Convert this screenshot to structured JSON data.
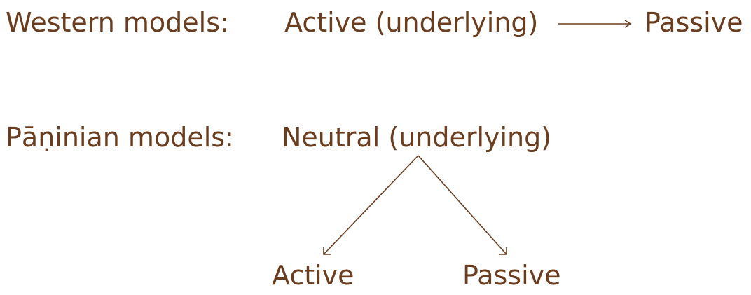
{
  "western": {
    "label": "Western models:",
    "underlying": "Active (underlying)",
    "derived": "Passive"
  },
  "paninian": {
    "label": "Pāṇinian models:",
    "underlying": "Neutral (underlying)",
    "derived_left": "Active",
    "derived_right": "Passive"
  },
  "colors": {
    "text": "#6b3d1f"
  }
}
